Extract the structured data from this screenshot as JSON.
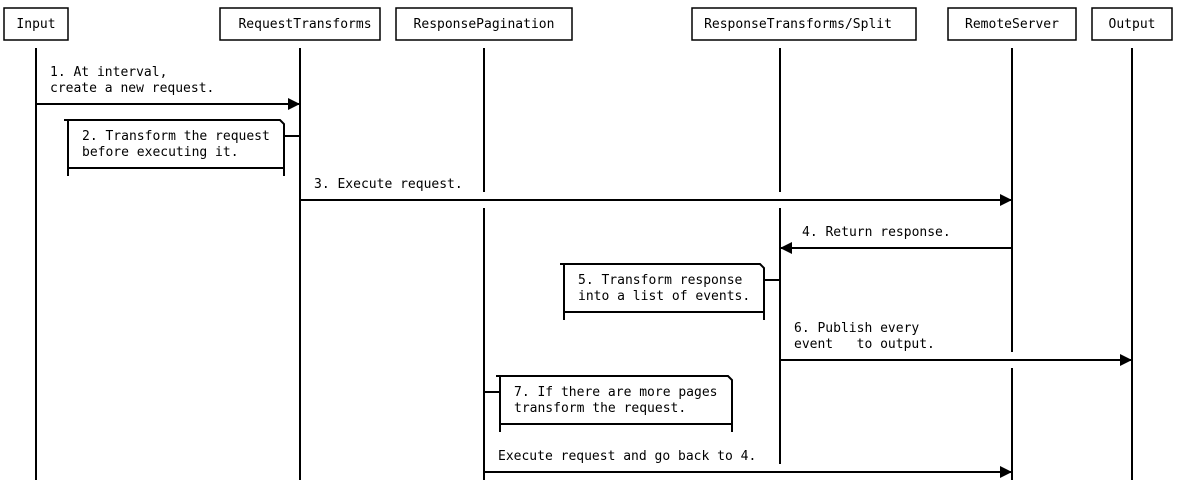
{
  "participants": [
    "Input",
    "RequestTransforms",
    "ResponsePagination",
    "ResponseTransforms/Split",
    "RemoteServer",
    "Output"
  ],
  "messages": [
    {
      "lines": [
        "1. At interval,",
        "create a new request."
      ]
    },
    {
      "lines": [
        "2. Transform the request",
        "before executing it."
      ]
    },
    {
      "lines": [
        "3. Execute request."
      ]
    },
    {
      "lines": [
        "4. Return response."
      ]
    },
    {
      "lines": [
        "5. Transform response",
        "into a list of events."
      ]
    },
    {
      "lines": [
        "6. Publish every",
        "event   to output."
      ]
    },
    {
      "lines": [
        "7. If there are more pages",
        "transform the request."
      ]
    },
    {
      "lines": [
        "Execute request and go back to 4."
      ]
    }
  ]
}
